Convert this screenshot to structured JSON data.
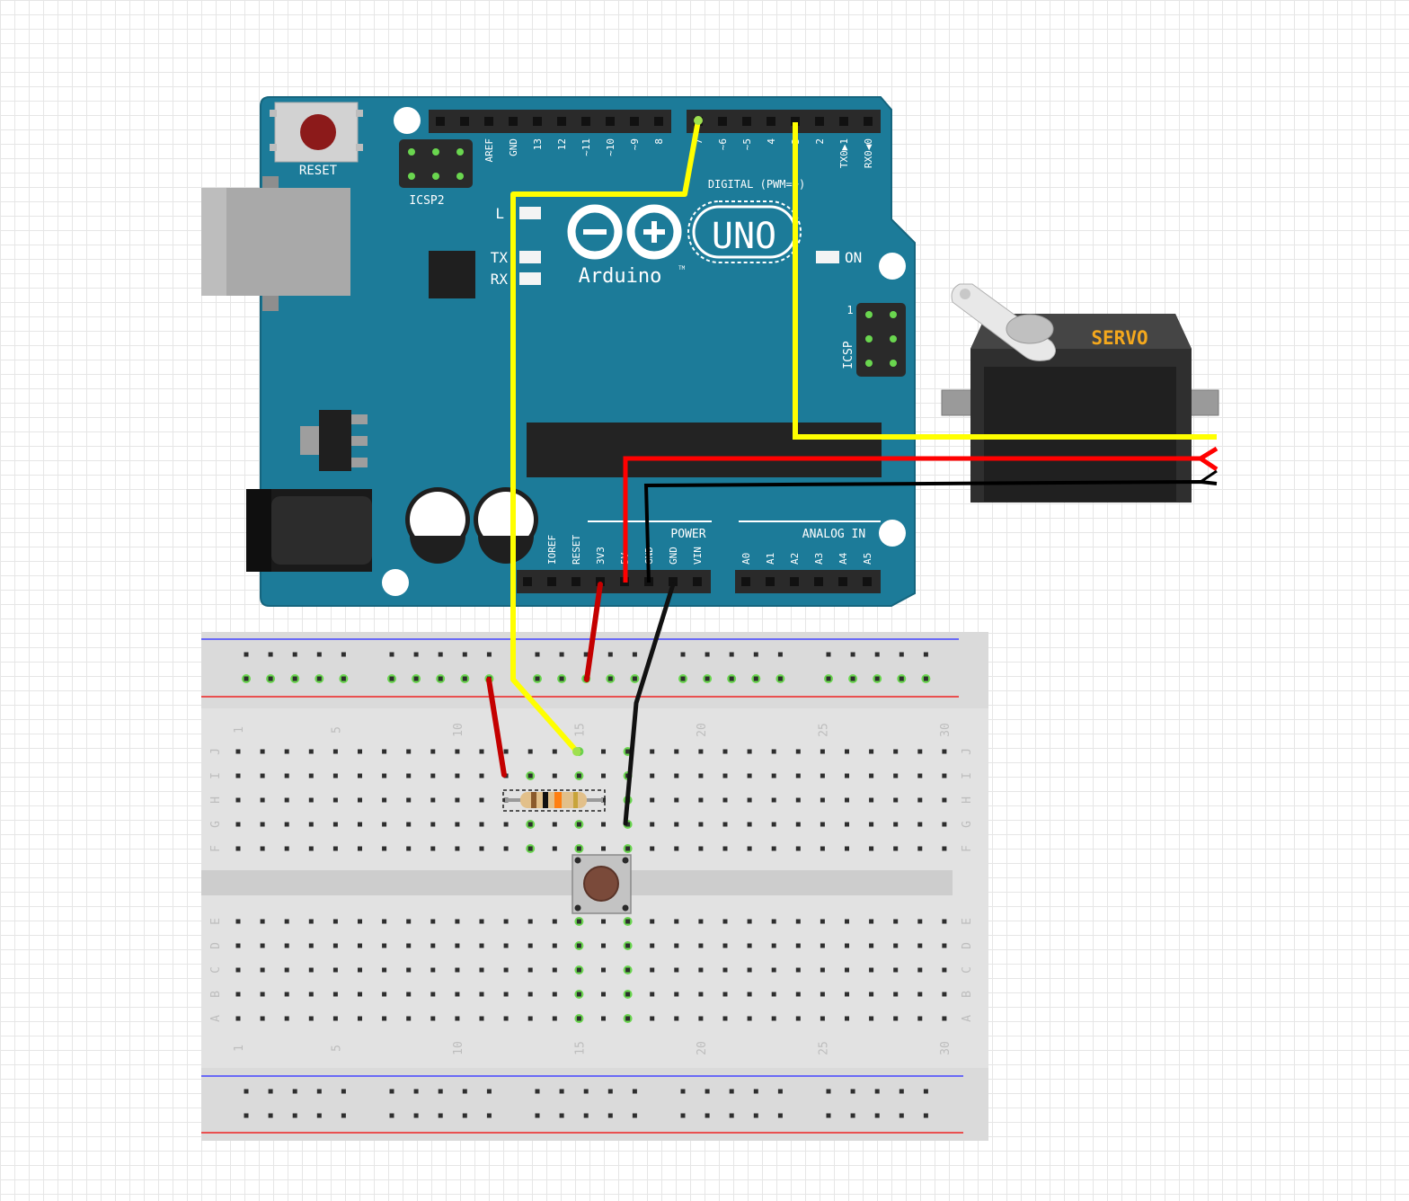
{
  "arduino": {
    "reset_label": "RESET",
    "icsp2_label": "ICSP2",
    "icsp_label": "ICSP",
    "icsp_pin1": "1",
    "led_l": "L",
    "led_tx": "TX",
    "led_rx": "RX",
    "led_on": "ON",
    "uno_label": "UNO",
    "brand_label": "Arduino",
    "trademark": "TM",
    "digital_label": "DIGITAL (PWM=~)",
    "power_label": "POWER",
    "analog_label": "ANALOG IN",
    "digital_pins": [
      "AREF",
      "GND",
      "13",
      "12",
      "~11",
      "~10",
      "~9",
      "8",
      "7",
      "~6",
      "~5",
      "4",
      "~3",
      "2",
      "TX0▶1",
      "RX0◀0"
    ],
    "power_pins": [
      "IOREF",
      "RESET",
      "3V3",
      "5V",
      "GND",
      "GND",
      "VIN"
    ],
    "analog_pins": [
      "A0",
      "A1",
      "A2",
      "A3",
      "A4",
      "A5"
    ]
  },
  "servo": {
    "label": "SERVO"
  },
  "breadboard": {
    "column_numbers": [
      "1",
      "5",
      "10",
      "15",
      "20",
      "25",
      "30"
    ],
    "rows_top": [
      "J",
      "I",
      "H",
      "G",
      "F"
    ],
    "rows_bottom": [
      "E",
      "D",
      "C",
      "B",
      "A"
    ]
  },
  "colors": {
    "board": "#1c7b99",
    "wire_signal": "#ffff00",
    "wire_power": "#ff0000",
    "wire_ground": "#000000",
    "active_hole": "#6ad64f"
  }
}
